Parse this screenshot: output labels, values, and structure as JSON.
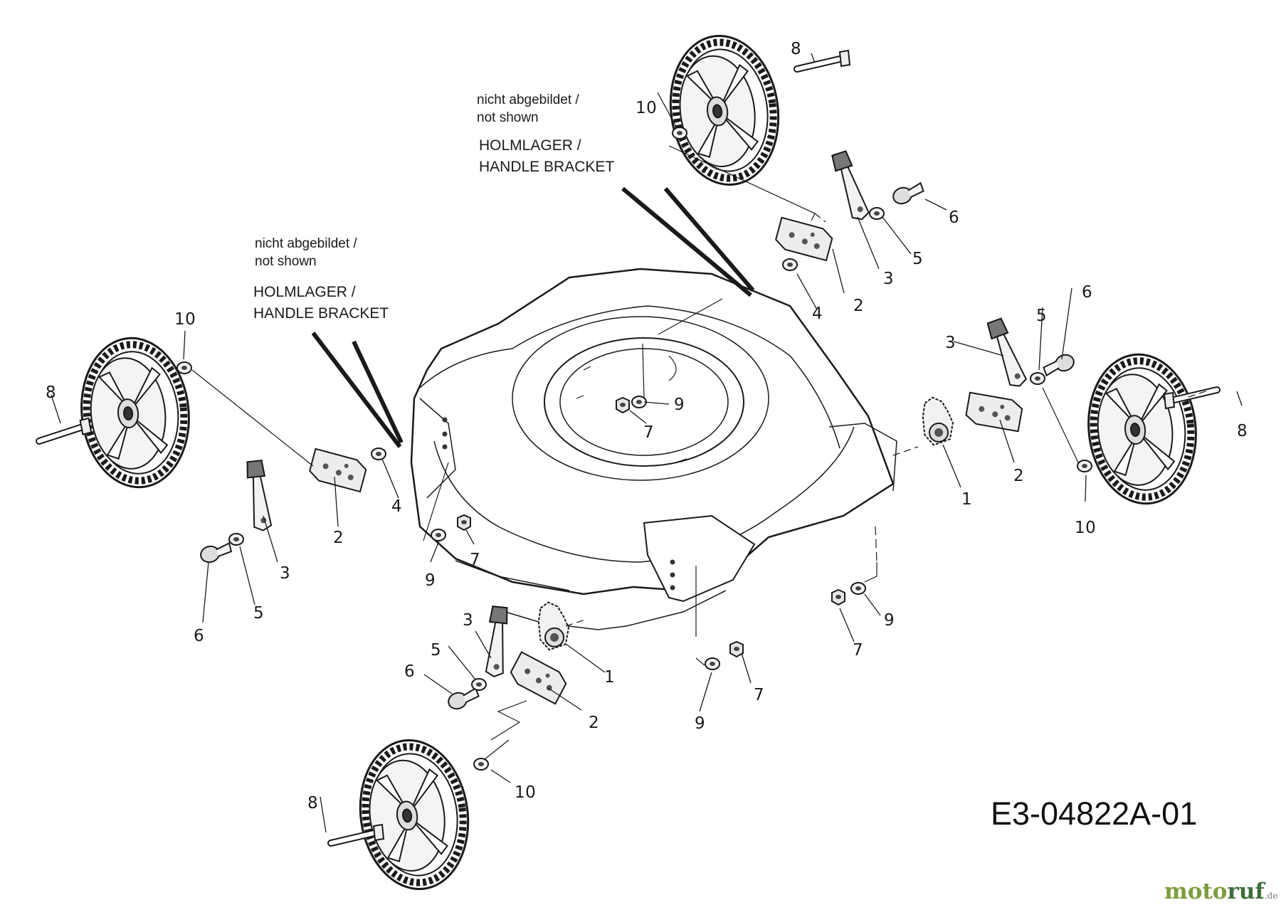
{
  "notes": [
    {
      "line1": "nicht abgebildet /",
      "line2": "not shown",
      "line3": "HOLMLAGER /",
      "line4": "HANDLE BRACKET"
    },
    {
      "line1": "nicht abgebildet /",
      "line2": "not shown",
      "line3": "HOLMLAGER /",
      "line4": "HANDLE BRACKET"
    }
  ],
  "callouts": [
    "10",
    "8",
    "6",
    "5",
    "3",
    "2",
    "4",
    "3",
    "5",
    "6",
    "1",
    "2",
    "10",
    "8",
    "9",
    "7",
    "10",
    "8",
    "6",
    "5",
    "3",
    "2",
    "4",
    "9",
    "7",
    "3",
    "5",
    "6",
    "2",
    "1",
    "10",
    "8",
    "9",
    "7",
    "9",
    "7"
  ],
  "drawing_code": "E3-04822A-01",
  "logo": {
    "part1": "moto",
    "part2": "ruf",
    "part3": ".de"
  }
}
